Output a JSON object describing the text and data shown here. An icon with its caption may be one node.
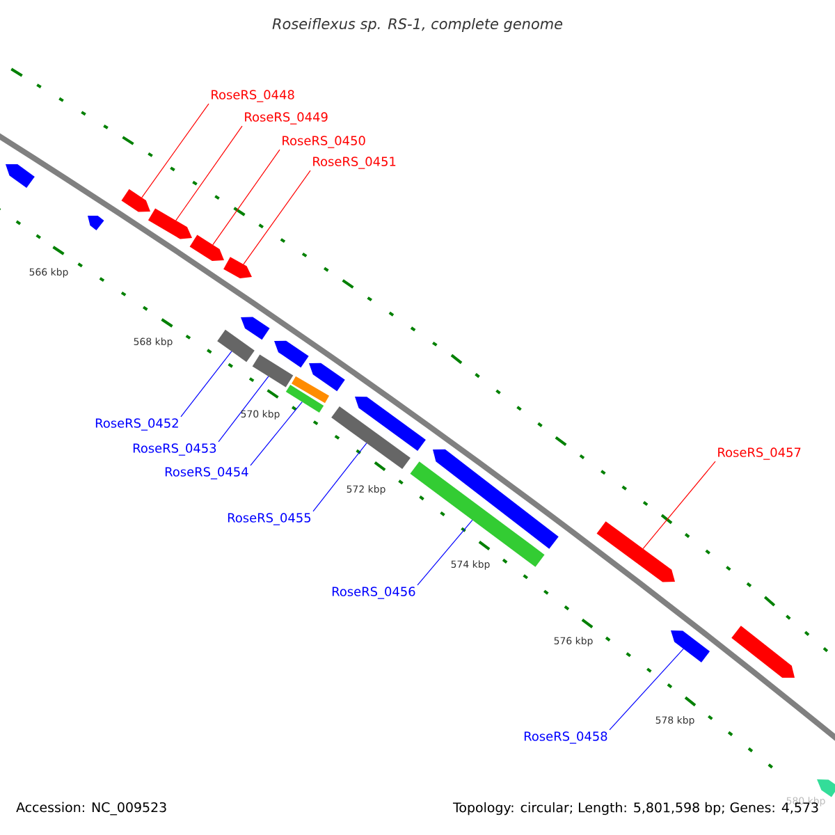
{
  "diagram": {
    "title": "Roseiflexus sp. RS-1, complete genome",
    "nodes": [
      {
        "text": [
          "RoseRS_0448"
        ]
      },
      {
        "text": [
          "RoseRS_0449"
        ]
      },
      {
        "text": [
          "RoseRS_0450"
        ]
      },
      {
        "text": [
          "RoseRS_0451"
        ]
      },
      {
        "text": [
          "RoseRS_0452"
        ]
      },
      {
        "text": [
          "RoseRS_0453"
        ]
      },
      {
        "text": [
          "RoseRS_0454"
        ]
      },
      {
        "text": [
          "RoseRS_0455"
        ]
      },
      {
        "text": [
          "RoseRS_0456"
        ]
      },
      {
        "text": [
          "RoseRS_0457"
        ]
      },
      {
        "text": [
          "RoseRS_0458"
        ]
      },
      {
        "text": [],
        "shape": "arrow"
      },
      {
        "text": [],
        "shape": "arrow"
      },
      {
        "text": [],
        "shape": "arrow"
      },
      {
        "text": [],
        "shape": "arrow"
      },
      {
        "text": [],
        "shape": "arrow"
      },
      {
        "text": [],
        "shape": "arrow"
      },
      {
        "text": [],
        "shape": "arrow"
      },
      {
        "text": [],
        "shape": "box"
      },
      {
        "text": [],
        "shape": "arrow"
      },
      {
        "text": [],
        "shape": "box"
      },
      {
        "text": [],
        "shape": "arrow"
      },
      {
        "text": [],
        "shape": "box"
      },
      {
        "text": [],
        "shape": "box"
      },
      {
        "text": [],
        "shape": "arrow"
      },
      {
        "text": [],
        "shape": "box"
      },
      {
        "text": [],
        "shape": "arrow"
      },
      {
        "text": [],
        "shape": "box"
      },
      {
        "text": [],
        "shape": "arrow"
      },
      {
        "text": [],
        "shape": "arrow"
      },
      {
        "text": [],
        "shape": "arrow"
      },
      {
        "text": [],
        "shape": "arrow"
      }
    ],
    "edges": [
      {
        "from": 0,
        "to": 13,
        "arrow": "none",
        "color": "#ff0000"
      },
      {
        "from": 1,
        "to": 14,
        "arrow": "none",
        "color": "#ff0000"
      },
      {
        "from": 2,
        "to": 15,
        "arrow": "none",
        "color": "#ff0000"
      },
      {
        "from": 3,
        "to": 16,
        "arrow": "none",
        "color": "#ff0000"
      },
      {
        "from": 4,
        "to": 18,
        "arrow": "none"
      },
      {
        "from": 5,
        "to": 20,
        "arrow": "none"
      },
      {
        "from": 6,
        "to": 23,
        "arrow": "none"
      },
      {
        "from": 7,
        "to": 25,
        "arrow": "none"
      },
      {
        "from": 8,
        "to": 27,
        "arrow": "none"
      },
      {
        "from": 9,
        "to": 28,
        "arrow": "none",
        "color": "#ff0000"
      },
      {
        "from": 10,
        "to": 29,
        "arrow": "none"
      }
    ],
    "labels": [
      "566 kbp",
      "568 kbp",
      "570 kbp",
      "572 kbp",
      "574 kbp",
      "576 kbp",
      "578 kbp",
      "580 kbp",
      "Accession: NC_009523",
      "Topology: circular; Length: 5,801,598 bp; Genes: 4,573"
    ]
  }
}
